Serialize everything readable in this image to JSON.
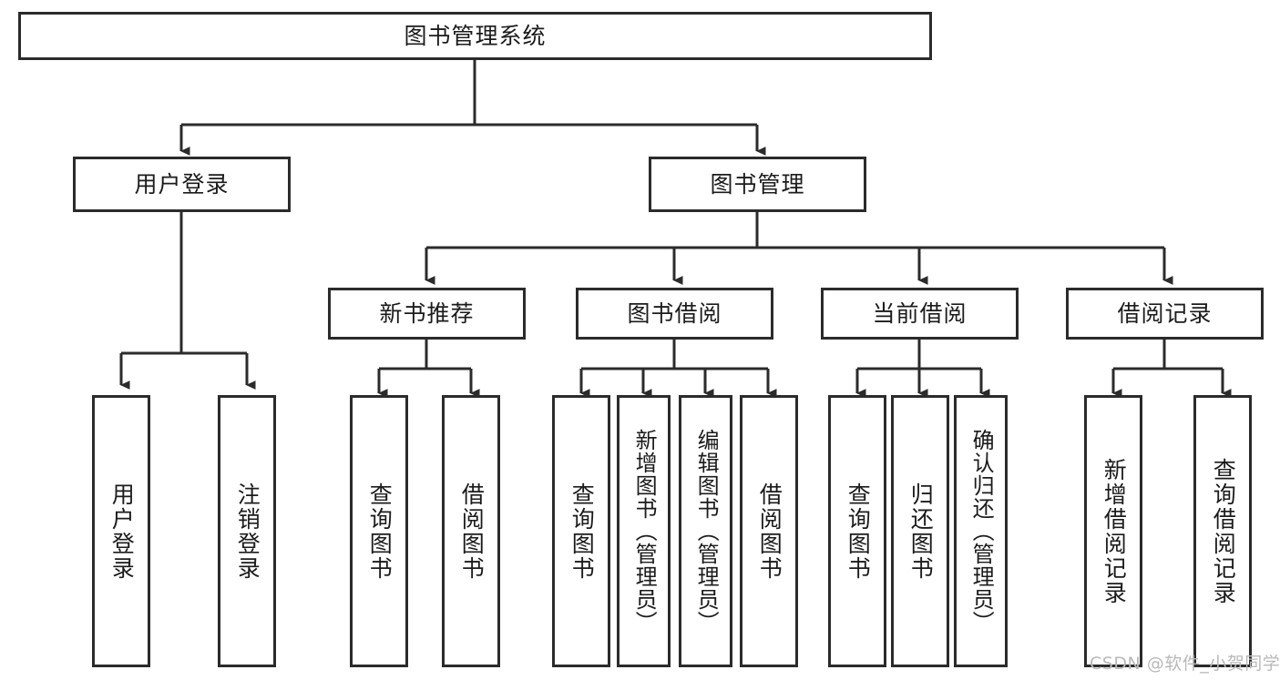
{
  "diagram": {
    "type": "tree-hierarchy",
    "title": "图书管理系统",
    "watermark": "CSDN @软件_小贺同学",
    "colors": {
      "box_border": "#2b2b2b",
      "box_fill": "#ffffff",
      "connector": "#2b2b2b",
      "text": "#1b1b1b",
      "watermark": "#b9b9b9",
      "background": "#ffffff"
    },
    "root": {
      "label": "图书管理系统"
    },
    "level1": [
      {
        "label": "用户登录"
      },
      {
        "label": "图书管理"
      }
    ],
    "level2_user_login": [
      {
        "label": "用户登录"
      },
      {
        "label": "注销登录"
      }
    ],
    "level2_book_manage": [
      {
        "label": "新书推荐"
      },
      {
        "label": "图书借阅"
      },
      {
        "label": "当前借阅"
      },
      {
        "label": "借阅记录"
      }
    ],
    "level3_new_book": [
      {
        "label": "查询图书"
      },
      {
        "label": "借阅图书"
      }
    ],
    "level3_book_borrow": [
      {
        "label": "查询图书"
      },
      {
        "label": "新增图书（管理员）"
      },
      {
        "label": "编辑图书（管理员）"
      },
      {
        "label": "借阅图书"
      }
    ],
    "level3_current_borrow": [
      {
        "label": "查询图书"
      },
      {
        "label": "归还图书"
      },
      {
        "label": "确认归还（管理员）"
      }
    ],
    "level3_borrow_record": [
      {
        "label": "新增借阅记录"
      },
      {
        "label": "查询借阅记录"
      }
    ]
  }
}
